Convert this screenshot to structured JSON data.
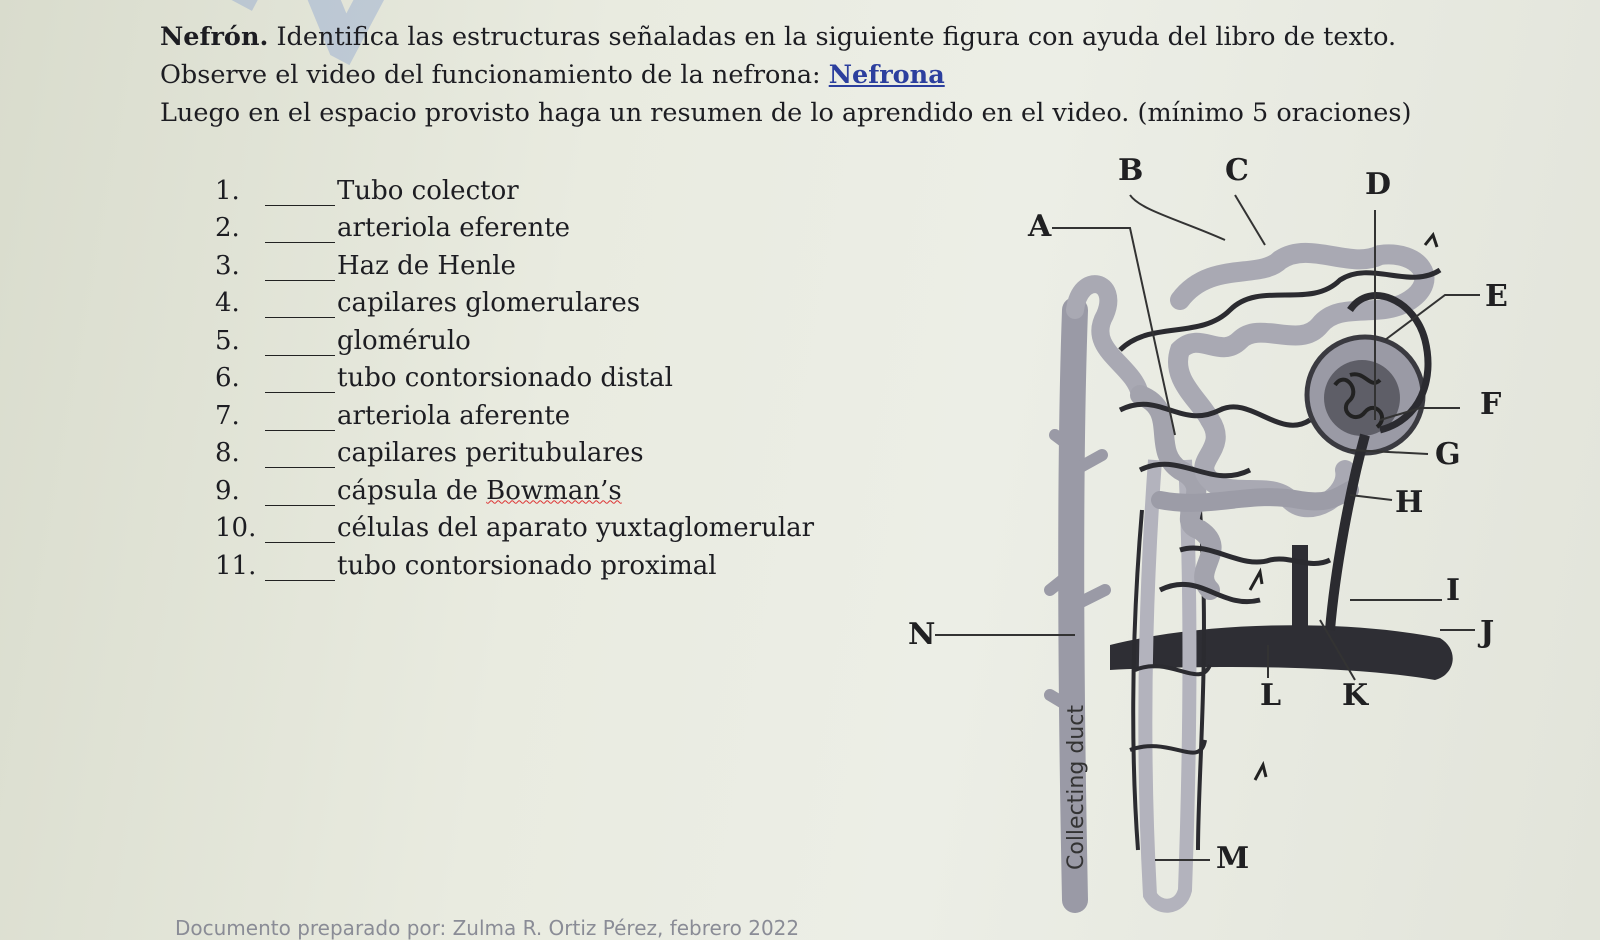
{
  "header": {
    "title_bold": "Nefrón.",
    "title_rest": "Identifica las estructuras señaladas en la siguiente figura con ayuda del libro de texto.",
    "line2_text": "Observe el video del funcionamiento de la nefrona:",
    "line2_link": "Nefrona",
    "line3": "Luego en el espacio provisto haga un resumen de lo aprendido en el video. (mínimo 5 oraciones)"
  },
  "items": [
    {
      "num": "1.",
      "text": "Tubo colector"
    },
    {
      "num": "2.",
      "text": "arteriola eferente"
    },
    {
      "num": "3.",
      "text": "Haz de Henle"
    },
    {
      "num": "4.",
      "text": "capilares glomerulares"
    },
    {
      "num": "5.",
      "text": "glomérulo"
    },
    {
      "num": "6.",
      "text": "tubo contorsionado distal"
    },
    {
      "num": "7.",
      "text": "arteriola aferente"
    },
    {
      "num": "8.",
      "text": "capilares peritubulares"
    },
    {
      "num": "9.",
      "text": "cápsula de",
      "text_underlined": "Bowman’s"
    },
    {
      "num": "10.",
      "text": "células del aparato yuxtaglomerular"
    },
    {
      "num": "11.",
      "text": "tubo contorsionado proximal"
    }
  ],
  "diagram": {
    "labels": {
      "A": "A",
      "B": "B",
      "C": "C",
      "D": "D",
      "E": "E",
      "F": "F",
      "G": "G",
      "H": "H",
      "I": "I",
      "J": "J",
      "K": "K",
      "L": "L",
      "M": "M",
      "N": "N"
    },
    "collecting_duct": "Collecting duct"
  },
  "footer": "Documento preparado por: Zulma R. Ortiz Pérez, febrero 2022",
  "colors": {
    "link": "#2c3f9e",
    "tubule": "#a9a9b3",
    "vessel": "#2b2b30",
    "watermark": "#7896cd"
  }
}
